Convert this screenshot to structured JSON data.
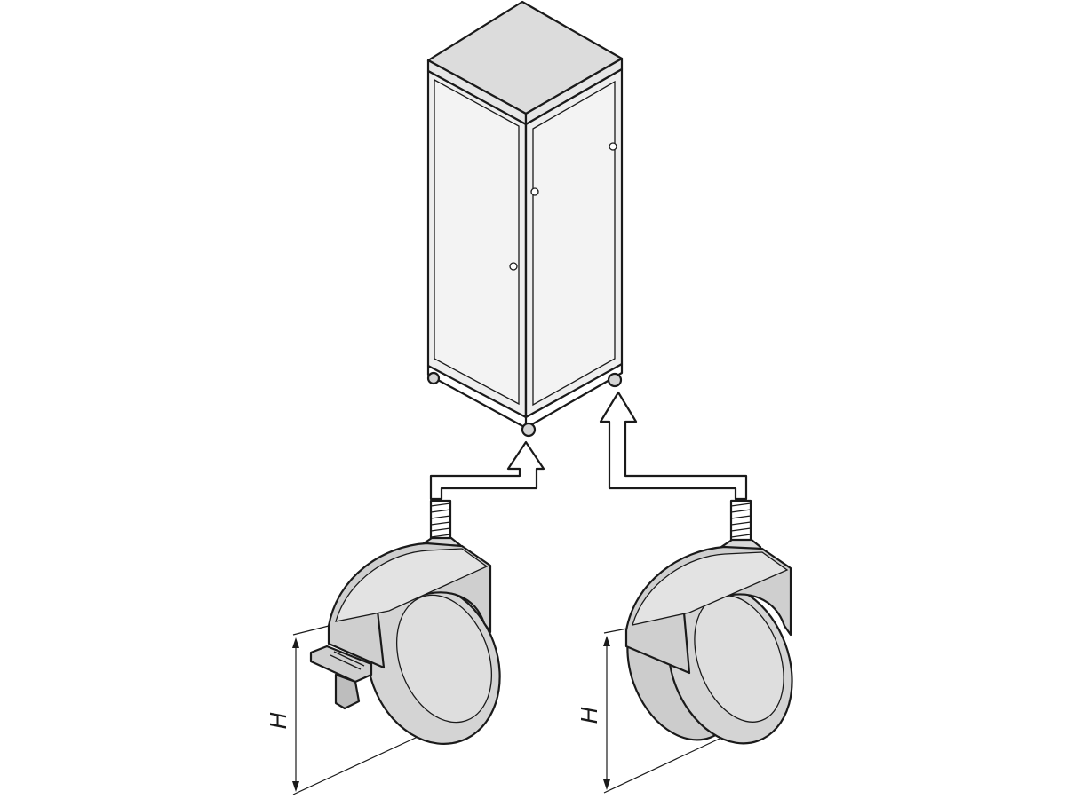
{
  "colors": {
    "outline": "#1a1a1a",
    "panel_fill": "#eeeeee",
    "top_fill": "#dcdcdc",
    "wheel_fill": "#d4d4d4",
    "background": "#ffffff"
  },
  "dimensions": {
    "left_caster_height_label": "H",
    "right_caster_height_label": "H"
  },
  "parts": {
    "cabinet": "enclosure-cabinet",
    "left_caster": "caster-with-brake",
    "right_caster": "caster-without-brake"
  }
}
